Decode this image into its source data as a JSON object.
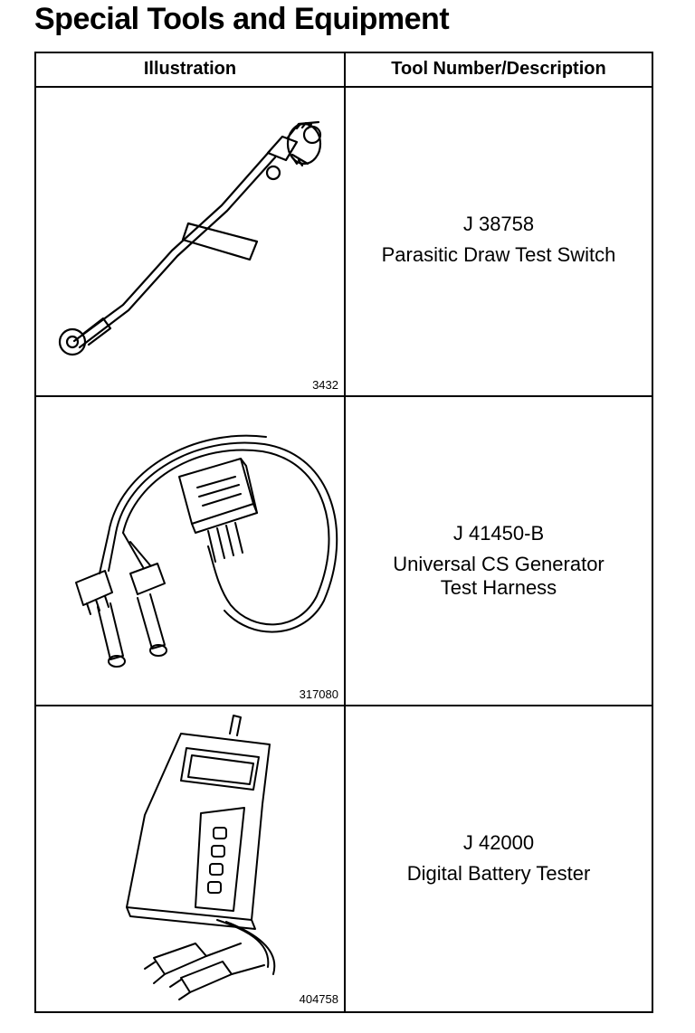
{
  "title": "Special Tools and Equipment",
  "table": {
    "headers": {
      "illustration": "Illustration",
      "description": "Tool Number/Description"
    },
    "rows": [
      {
        "figure_number": "3432",
        "tool_number": "J 38758",
        "description": "Parasitic Draw Test Switch",
        "illustration_icon": "parasitic-draw-test-switch-drawing"
      },
      {
        "figure_number": "317080",
        "tool_number": "J 41450-B",
        "description": "Universal CS Generator Test Harness",
        "illustration_icon": "cs-generator-test-harness-drawing"
      },
      {
        "figure_number": "404758",
        "tool_number": "J 42000",
        "description": "Digital Battery Tester",
        "illustration_icon": "digital-battery-tester-drawing"
      }
    ]
  }
}
